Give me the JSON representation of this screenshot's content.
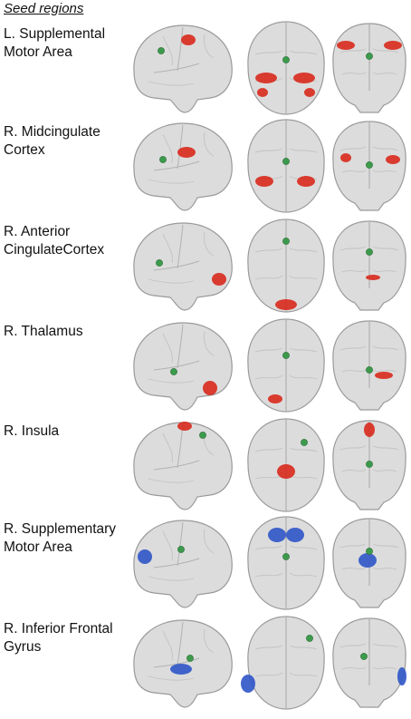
{
  "heading": "Seed regions",
  "colors": {
    "brain_fill": "#dcdcdc",
    "brain_stroke": "#9a9a9a",
    "seed": "#3c9a4c",
    "positive": "#d8291c",
    "negative": "#2f55c8"
  },
  "rows": [
    {
      "line1": "L. Supplemental",
      "line2": "Motor Area",
      "tone": "positive"
    },
    {
      "line1": "R. Midcingulate",
      "line2": "Cortex",
      "tone": "positive"
    },
    {
      "line1": "R. Anterior",
      "line2": "CingulateCortex",
      "tone": "positive"
    },
    {
      "line1": "R. Thalamus",
      "line2": "",
      "tone": "positive"
    },
    {
      "line1": "R. Insula",
      "line2": "",
      "tone": "positive"
    },
    {
      "line1": "R. Supplementary",
      "line2": "Motor Area",
      "tone": "negative"
    },
    {
      "line1": "R. Inferior Frontal",
      "line2": "Gyrus",
      "tone": "negative"
    }
  ]
}
